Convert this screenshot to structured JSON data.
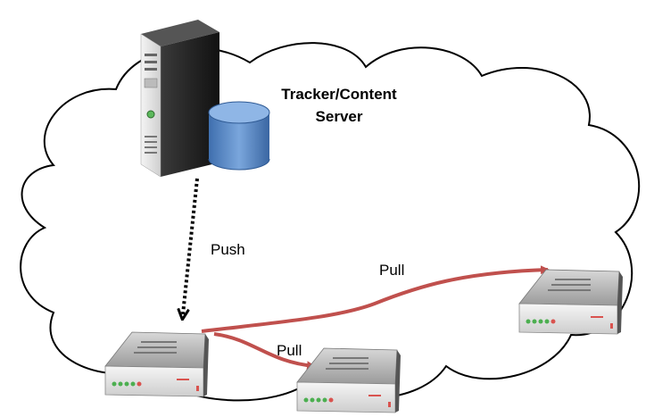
{
  "server": {
    "label_line1": "Tracker/Content",
    "label_line2": "Server"
  },
  "edges": {
    "push_label": "Push",
    "pull_far_label": "Pull",
    "pull_near_label": "Pull"
  },
  "colors": {
    "pull_arrow": "#c0504d",
    "push_arrow": "#000000",
    "cloud_stroke": "#000000",
    "led_green": "#4caf50",
    "led_red": "#d9534f",
    "db_blue": "#4f81bd"
  },
  "nodes": [
    {
      "id": "peer-left"
    },
    {
      "id": "peer-middle"
    },
    {
      "id": "peer-right"
    }
  ]
}
